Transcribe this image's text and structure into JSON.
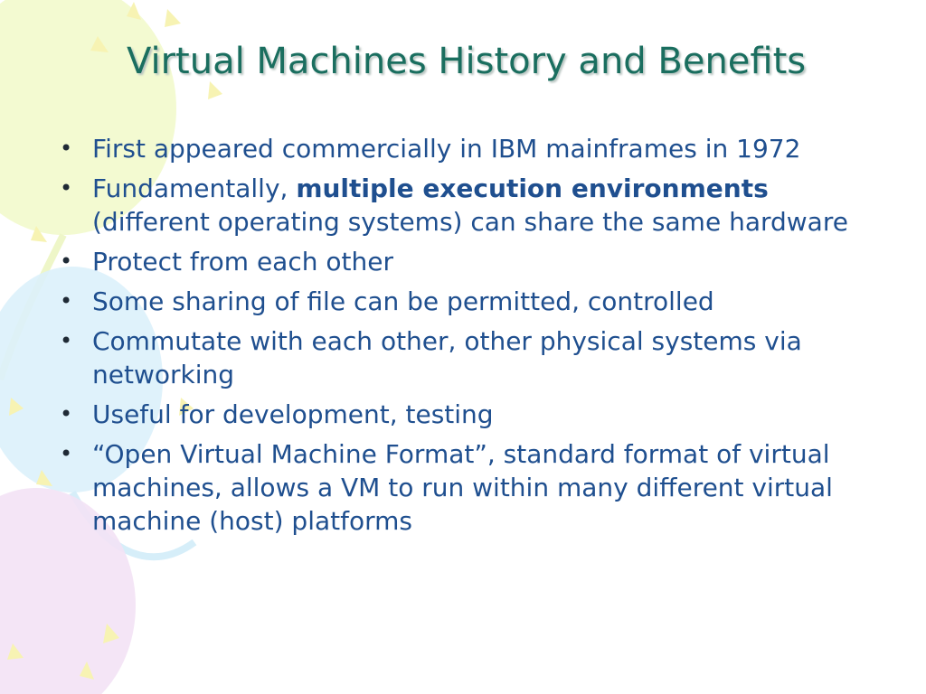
{
  "slide": {
    "title": "Virtual Machines History and Benefits",
    "bullet_symbol": "•",
    "bullets": [
      {
        "text": "First appeared commercially in IBM mainframes in 1972"
      },
      {
        "before": "Fundamentally, ",
        "bold": "multiple execution environments",
        "after": " (different operating systems) can share the same hardware"
      },
      {
        "text": "Protect from each other"
      },
      {
        "text": "Some sharing of file can be permitted, controlled"
      },
      {
        "text": "Commutate with each other, other physical systems via networking"
      },
      {
        "text": "Useful for development, testing"
      },
      {
        "text": "“Open Virtual Machine Format”, standard format of virtual machines, allows a VM to run within many different virtual machine (host) platforms"
      }
    ]
  },
  "theme": {
    "title_color": "#1a6e5f",
    "body_color": "#1f4f8f",
    "balloon_colors": [
      "#f1f8c4",
      "#d9f0fa",
      "#f2e0f4"
    ],
    "confetti_color": "#f5f2b0"
  }
}
